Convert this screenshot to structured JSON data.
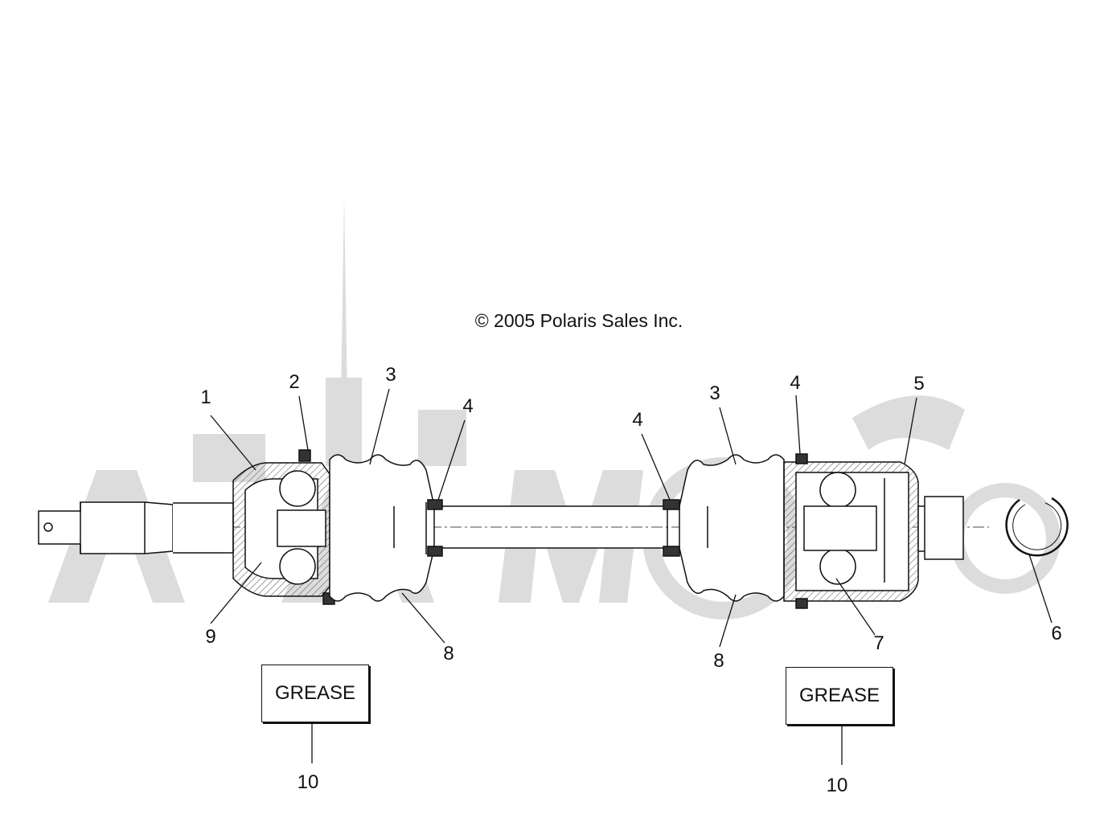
{
  "copyright": "© 2005 Polaris Sales Inc.",
  "grease_labels": [
    "GREASE",
    "GREASE"
  ],
  "callouts": {
    "c1": "1",
    "c2": "2",
    "c3a": "3",
    "c4a": "4",
    "c4b": "4",
    "c3b": "3",
    "c4c": "4",
    "c5": "5",
    "c6": "6",
    "c7": "7",
    "c8a": "8",
    "c8b": "8",
    "c9": "9",
    "c10a": "10",
    "c10b": "10"
  },
  "colors": {
    "line": "#111111",
    "watermark": "#d9d9d9",
    "hatch": "#555555"
  }
}
